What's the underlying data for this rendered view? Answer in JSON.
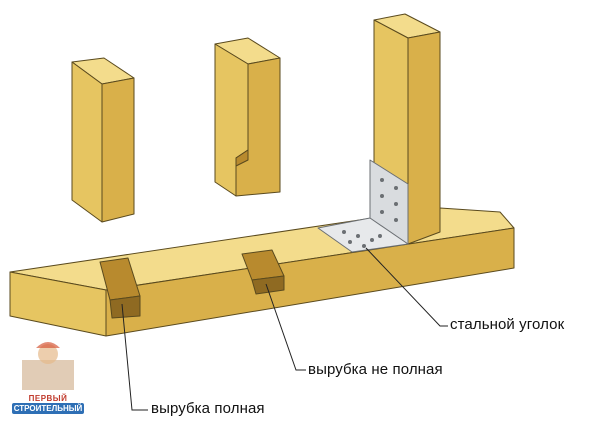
{
  "diagram": {
    "labels": {
      "full_notch": "вырубка полная",
      "partial_notch": "вырубка не полная",
      "steel_corner": "стальной уголок"
    },
    "logo": {
      "line1": "ПЕРВЫЙ",
      "line2": "СТРОИТЕЛЬНЫЙ"
    },
    "colors": {
      "wood_top": "#f3dc8c",
      "wood_front": "#e6c561",
      "wood_side": "#d9b04a",
      "wood_dark": "#b88a2e",
      "outline": "#5a4a1e",
      "steel": "#d9dcdf",
      "steel_dark": "#a9adb1"
    }
  }
}
